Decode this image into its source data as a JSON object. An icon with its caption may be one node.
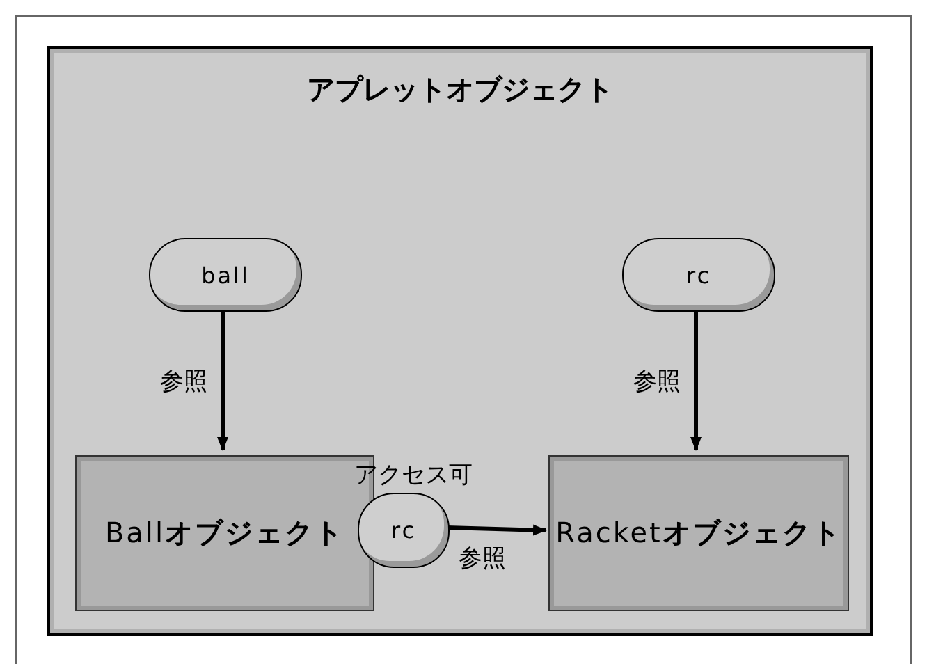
{
  "diagram": {
    "nodes": [
      {
        "text": [
          "アプレットオブジェクト"
        ]
      },
      {
        "text": [
          "ball"
        ],
        "in": 0
      },
      {
        "text": [
          "rc"
        ],
        "in": 0
      },
      {
        "text": [
          "Ball**オブジェクト**"
        ],
        "in": 0
      },
      {
        "text": [
          "rc"
        ],
        "in": 0,
        "beside": [
          "アクセス可"
        ]
      },
      {
        "text": [
          "Racket**オブジェクト**"
        ],
        "in": 0
      }
    ],
    "edges": [
      {
        "from": 1,
        "to": 3,
        "arrow": "to",
        "label": "参照"
      },
      {
        "from": 2,
        "to": 5,
        "arrow": "to",
        "label": "参照"
      },
      {
        "from": 4,
        "to": 5,
        "arrow": "to",
        "label": "参照"
      }
    ]
  }
}
